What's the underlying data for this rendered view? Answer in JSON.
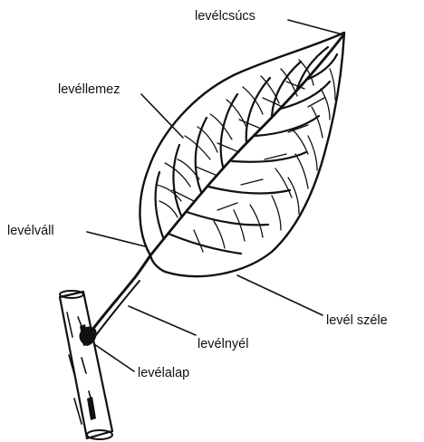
{
  "labels": {
    "apex": "levélcsúcs",
    "blade": "levéllemez",
    "leaf_base": "levélváll",
    "margin": "levél széle",
    "petiole": "levélnyél",
    "attachment_base": "levélalap"
  }
}
